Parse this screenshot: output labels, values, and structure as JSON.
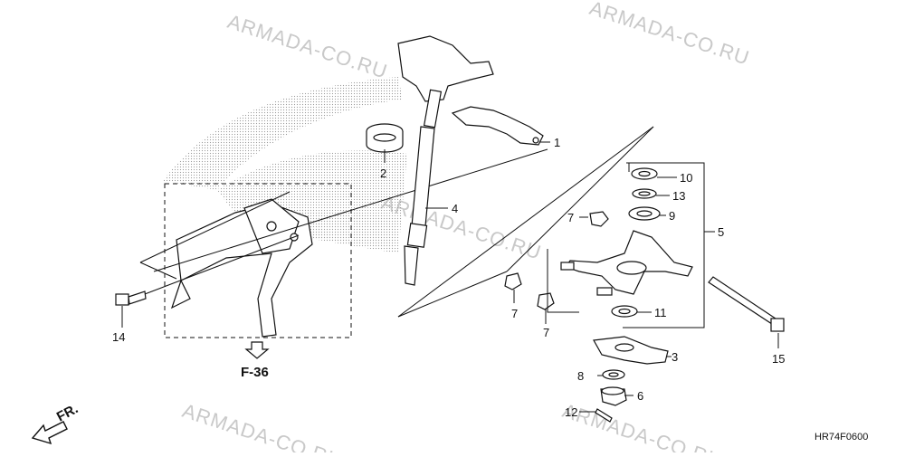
{
  "watermark": "ARMADA-CO.RU",
  "diagram_code": "HR74F0600",
  "reference": "F-36",
  "front_label": "FR.",
  "callouts": {
    "c1": "1",
    "c2": "2",
    "c3": "3",
    "c4": "4",
    "c5": "5",
    "c6": "6",
    "c7a": "7",
    "c7b": "7",
    "c7c": "7",
    "c8": "8",
    "c9": "9",
    "c10": "10",
    "c11": "11",
    "c12": "12",
    "c13": "13",
    "c14": "14",
    "c15": "15"
  },
  "colors": {
    "ink": "#111111",
    "watermark": "#c9c9c9",
    "shading": "#9a9a9a"
  }
}
